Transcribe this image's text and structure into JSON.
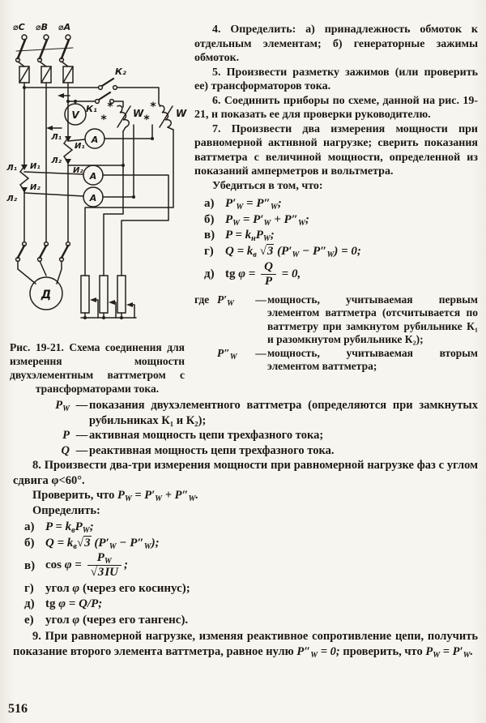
{
  "page_number": "516",
  "diagram": {
    "labels": {
      "phase_c": "⌀C",
      "phase_b": "⌀B",
      "phase_a": "⌀A",
      "k2": "К₂",
      "k1": "К₁",
      "voltmeter": "V",
      "ammeter1": "А",
      "ammeter2": "А",
      "ammeter3": "А",
      "wattmeter1": "W",
      "wattmeter2": "W",
      "star1": "*",
      "star2": "*",
      "star3": "*",
      "star4": "*",
      "ct1_l1": "Л₁",
      "ct1_i1": "И₁",
      "ct1_l2": "Л₂",
      "ct1_i2": "И₂",
      "ct2_l1": "Л₁",
      "ct2_i1": "И₁",
      "ct2_l2": "Л₂",
      "ct2_i2": "И₂",
      "motor": "Д"
    },
    "caption": "Рис. 19-21. Схема соединения для измерення мощностн двухэлементным ваттметром с трансформаторами тока."
  },
  "right_column": {
    "item4": "4. Определить: а) принадлежность обмоток к отдельным элементам; б) генераторные зажимы обмоток.",
    "item5": "5. Произвести разметку зажимов (или проверить ее) трансформаторов тока.",
    "item6": "6. Соединить приборы по схеме, данной на рис. 19-21, н показать ее для проверки руководителю.",
    "item7": "7. Произвести два измерения мощности при равномерной актнвной нагрузке; сверить показания ваттметра с величиной мощности, определенной из показаний амперметров и вольтметра.",
    "verify_heading": "Убедиться в том, что:",
    "formulas": [
      {
        "label": "а)",
        "tokens": [
          "P′",
          {
            "sub": "W"
          },
          " = ",
          "P″",
          {
            "sub": "W"
          },
          ";"
        ]
      },
      {
        "label": "б)",
        "tokens": [
          "P",
          {
            "sub": "W"
          },
          " = ",
          "P′",
          {
            "sub": "W"
          },
          " + ",
          "P″",
          {
            "sub": "W"
          },
          ";"
        ]
      },
      {
        "label": "в)",
        "tokens": [
          "P = k",
          {
            "sub": "н"
          },
          "P",
          {
            "sub": "W"
          },
          ";"
        ]
      },
      {
        "label": "г)",
        "tokens": [
          "Q = k",
          {
            "sub": "в"
          },
          " ",
          {
            "sqrt": "3"
          },
          " (P′",
          {
            "sub": "W"
          },
          " − P″",
          {
            "sub": "W"
          },
          ") = 0;"
        ]
      },
      {
        "label": "д)",
        "tokens": [
          {
            "up": "tg "
          },
          "φ = ",
          {
            "frac": {
              "num": [
                "Q"
              ],
              "den": [
                "P"
              ]
            }
          },
          " = 0,"
        ]
      }
    ],
    "where": {
      "lead": "где",
      "entries": [
        {
          "term": [
            "P′",
            {
              "sub": "W"
            }
          ],
          "dash": "—",
          "def": "мощность, учитываемая первым элементом ваттметра (отсчитывается по ваттметру при замкнутом рубильнике К₁ и разомкнутом рубильнике К₂);"
        },
        {
          "term": [
            "P″",
            {
              "sub": "W"
            }
          ],
          "dash": "—",
          "def": "мощность, учитываемая вторым элементом ваттметра;"
        }
      ]
    }
  },
  "bottom": {
    "definitions": [
      {
        "term": [
          "P",
          {
            "sub": "W"
          }
        ],
        "dash": "—",
        "def": "показания двухэлементного ваттметра (определяются при замкнутых рубильниках К₁ и К₂);"
      },
      {
        "term": [
          "P"
        ],
        "dash": "—",
        "def": "активная мощность цепи трехфазного тока;"
      },
      {
        "term": [
          "Q"
        ],
        "dash": "—",
        "def": "реактивная мощность цепи трехфазного тока."
      }
    ],
    "item8": "8. Произвести два-три измерения мощности при равномерной нагрузке фаз с углом сдвига φ<60°.",
    "check": {
      "prefix": "Проверить, что ",
      "tokens": [
        "P",
        {
          "sub": "W"
        },
        " = P′",
        {
          "sub": "W"
        },
        " + P″",
        {
          "sub": "W"
        },
        "."
      ]
    },
    "determine_heading": "Определить:",
    "formulas": [
      {
        "label": "а)",
        "tokens": [
          "P = k",
          {
            "sub": "в"
          },
          "P",
          {
            "sub": "W"
          },
          ";"
        ]
      },
      {
        "label": "б)",
        "tokens": [
          "Q = k",
          {
            "sub": "в"
          },
          {
            "sqrt": "3"
          },
          " (P′",
          {
            "sub": "W"
          },
          " − P″",
          {
            "sub": "W"
          },
          ");"
        ]
      },
      {
        "label": "в)",
        "tokens": [
          {
            "up": "cos "
          },
          "φ = ",
          {
            "frac": {
              "num": [
                "P",
                {
                  "sub": "W"
                }
              ],
              "den": [
                {
                  "sqrt": "3"
                },
                "IU"
              ]
            }
          },
          ";"
        ]
      },
      {
        "label": "г)",
        "tokens": [
          {
            "up": "угол "
          },
          "φ",
          {
            "up": " (через его косинус);"
          }
        ]
      },
      {
        "label": "д)",
        "tokens": [
          {
            "up": "tg "
          },
          "φ = Q/P;"
        ]
      },
      {
        "label": "е)",
        "tokens": [
          {
            "up": "угол "
          },
          "φ",
          {
            "up": " (через его тангенс)."
          }
        ]
      }
    ],
    "item9": {
      "seg1": "9. При равномерной нагрузке, изменяя реактивное сопротивление цепи, получить показание второго элемента ваттметра, равное нулю ",
      "f1": [
        "P″",
        {
          "sub": "W"
        },
        " = 0;"
      ],
      "seg2": " проверить, что ",
      "f2": [
        "P",
        {
          "sub": "W"
        },
        " = P′",
        {
          "sub": "W"
        },
        "."
      ]
    }
  }
}
